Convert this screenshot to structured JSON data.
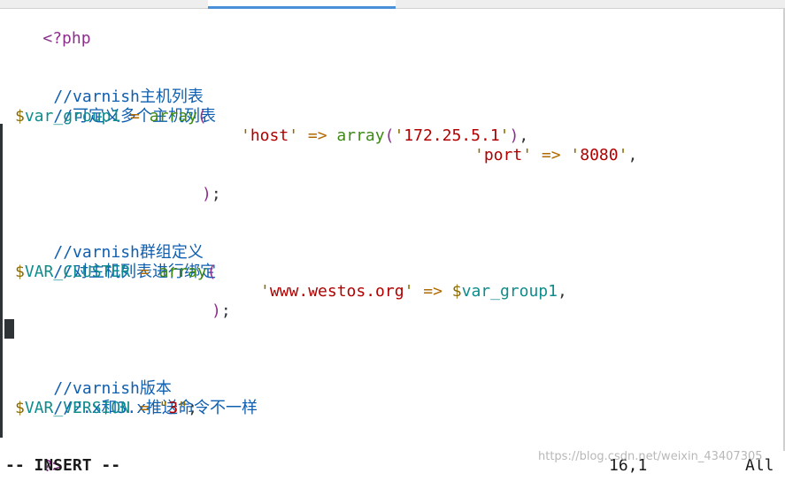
{
  "tab_colors": {
    "active_tab_accent": "#4a90d9"
  },
  "code": {
    "l1": "<?php",
    "l2": "//varnish主机列表",
    "l3": "//可定义多个主机列表",
    "l4_dollar": "$",
    "l4_var": "var_group1",
    "l4_eq": " = ",
    "l4_fn": "array",
    "l4_open": "(",
    "l5_q1": "'",
    "l5_key": "host",
    "l5_q2": "'",
    "l5_arrow": " => ",
    "l5_fn": "array",
    "l5_open": "(",
    "l5_q3": "'",
    "l5_val": "172.25.5.1",
    "l5_q4": "'",
    "l5_close": ")",
    "l5_comma": ",",
    "l6_q1": "'",
    "l6_key": "port",
    "l6_q2": "'",
    "l6_arrow": " => ",
    "l6_q3": "'",
    "l6_val": "8080",
    "l6_q4": "'",
    "l6_comma": ",",
    "l7_close": ")",
    "l7_semi": ";",
    "l8": "//varnish群组定义",
    "l9": "//对主机列表进行绑定",
    "l10_dollar": "$",
    "l10_var": "VAR_CLUSTER",
    "l10_eq": " = ",
    "l10_fn": "array",
    "l10_open": "(",
    "l11_q1": "'",
    "l11_key": "www.westos.org",
    "l11_q2": "'",
    "l11_arrow": " => ",
    "l11_dollar": "$",
    "l11_var": "var_group1",
    "l11_comma": ",",
    "l12_close": ")",
    "l12_semi": ";",
    "l13": "//varnish版本",
    "l14": "//2.x和3.x推送命令不一样",
    "l15_dollar": "$",
    "l15_var": "VAR_VERSION",
    "l15_eq": " = ",
    "l15_q1": "\"",
    "l15_val": "3",
    "l15_q2": "\"",
    "l15_semi": ";",
    "l16": "?>"
  },
  "status": {
    "mode": "-- INSERT --",
    "position": "16,1",
    "scroll": "All"
  },
  "watermark": "https://blog.csdn.net/weixin_43407305"
}
